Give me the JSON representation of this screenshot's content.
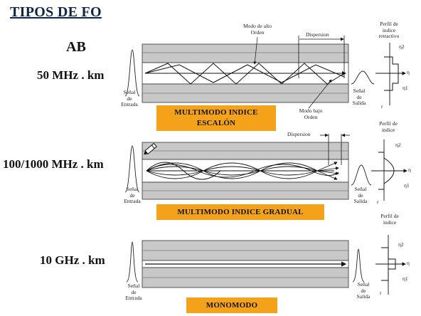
{
  "title": "TIPOS DE FO",
  "ab_label": "AB",
  "sections": [
    {
      "bandwidth": "50 MHz . km",
      "fiber_type": "MULTIMODO INDICE\nESCALÓN",
      "input_label": "Señal\nde\nEntrada",
      "output_label": "Señal\nde\nSalida",
      "profile_label": "Perfil de\nindice\nretractivo",
      "high_mode_label": "Modo de alto\nOrden",
      "low_mode_label": "Modo bajo\nOrden",
      "dispersion_label": "Dispersion"
    },
    {
      "bandwidth": "100/1000 MHz . km",
      "fiber_type": "MULTIMODO INDICE GRADUAL",
      "input_label": "Señal\nde\nEntrada",
      "output_label": "Señal\nde\nSalida",
      "profile_label": "Perfil de\nindice",
      "dispersion_label": "Dispersion"
    },
    {
      "bandwidth": "10 GHz . km",
      "fiber_type": "MONOMODO",
      "input_label": "Señal\nde\nEntrada",
      "output_label": "Señal\nde\nSalida",
      "profile_label": "Perfil de\nindice"
    }
  ],
  "profile_axis": {
    "eta": "η",
    "eta1": "η1",
    "eta2": "η2",
    "r": "r"
  },
  "colors": {
    "title": "#0f2747",
    "fiber_type_box": "#f5a21b",
    "cladding": "#c8c8c8",
    "core": "#ffffff"
  },
  "icons": [
    "pencil-icon"
  ]
}
